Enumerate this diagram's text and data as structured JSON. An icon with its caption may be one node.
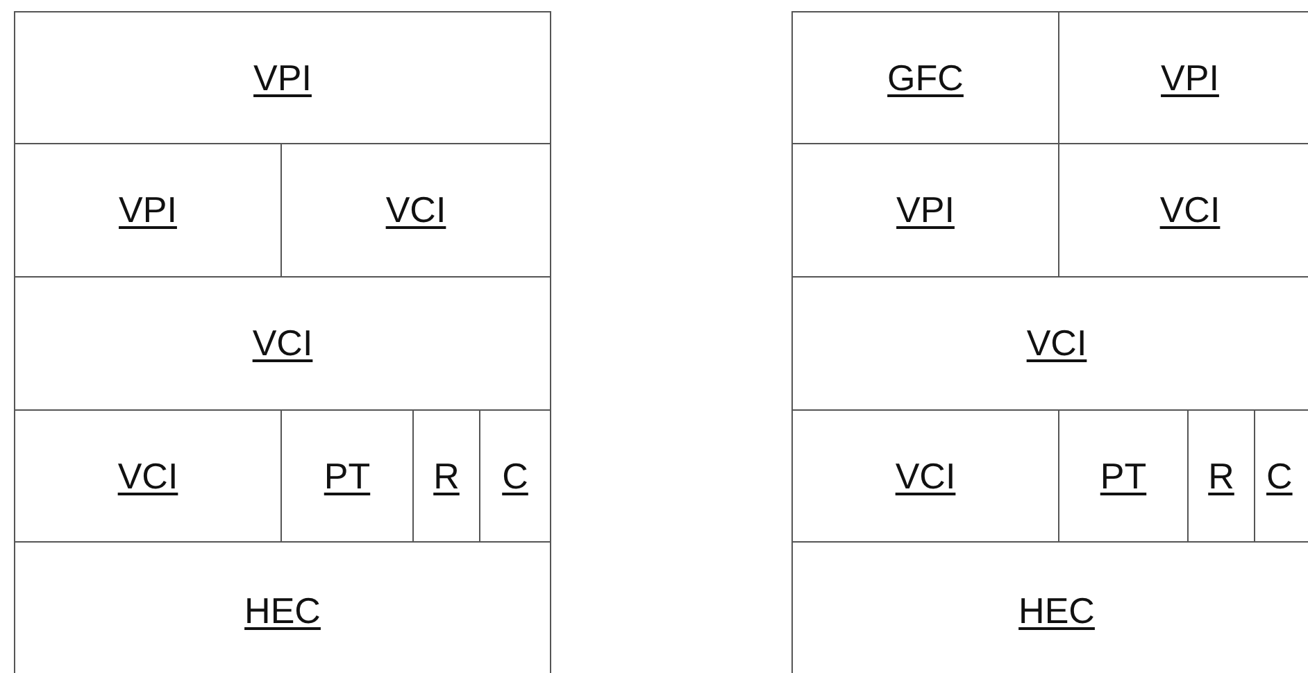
{
  "diagram": {
    "nodes": [
      {
        "text": [
          "VPI"
        ]
      },
      {
        "text": [
          "VPI"
        ]
      },
      {
        "text": [
          "VCI"
        ]
      },
      {
        "text": [
          "VCI"
        ]
      },
      {
        "text": [
          "VCI"
        ]
      },
      {
        "text": [
          "PT"
        ]
      },
      {
        "text": [
          "R"
        ]
      },
      {
        "text": [
          "C"
        ]
      },
      {
        "text": [
          "HEC"
        ]
      },
      {
        "text": [
          "GFC"
        ]
      },
      {
        "text": [
          "VPI"
        ]
      },
      {
        "text": [
          "VPI"
        ]
      },
      {
        "text": [
          "VCI"
        ]
      },
      {
        "text": [
          "VCI"
        ]
      },
      {
        "text": [
          "VCI"
        ]
      },
      {
        "text": [
          "PT"
        ]
      },
      {
        "text": [
          "R"
        ]
      },
      {
        "text": [
          "C"
        ]
      },
      {
        "text": [
          "HEC"
        ]
      }
    ]
  }
}
